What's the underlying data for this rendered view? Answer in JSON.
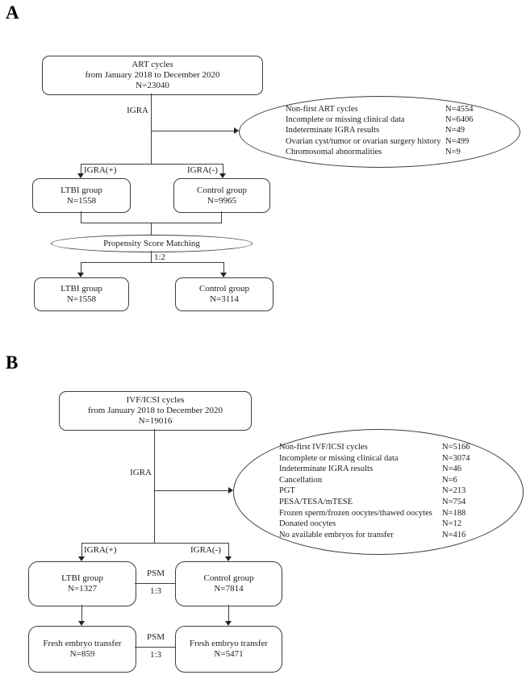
{
  "panelA": {
    "label": "A",
    "top_box": {
      "line1": "ART cycles",
      "line2": "from January 2018 to December 2020",
      "line3": "N=23040"
    },
    "igra_label": "IGRA",
    "exclusions": [
      {
        "label": "Non-first ART cycles",
        "value": "N=4554"
      },
      {
        "label": "Incomplete or missing clinical data",
        "value": "N=6406"
      },
      {
        "label": "Indeterminate IGRA results",
        "value": "N=49"
      },
      {
        "label": "Ovarian cyst/tumor or ovarian surgery history",
        "value": "N=499"
      },
      {
        "label": "Chromosomal abnormalities",
        "value": "N=9"
      }
    ],
    "branch_pos_label": "IGRA(+)",
    "branch_neg_label": "IGRA(-)",
    "ltbi_box": {
      "line1": "LTBI group",
      "line2": "N=1558"
    },
    "control_box": {
      "line1": "Control group",
      "line2": "N=9965"
    },
    "psm_ellipse_label": "Propensity Score Matching",
    "ratio": "1:2",
    "matched_ltbi_box": {
      "line1": "LTBI group",
      "line2": "N=1558"
    },
    "matched_control_box": {
      "line1": "Control group",
      "line2": "N=3114"
    }
  },
  "panelB": {
    "label": "B",
    "top_box": {
      "line1": "IVF/ICSI cycles",
      "line2": "from January 2018 to December 2020",
      "line3": "N=19016"
    },
    "igra_label": "IGRA",
    "exclusions": [
      {
        "label": "Non-first IVF/ICSI cycles",
        "value": "N=5166"
      },
      {
        "label": "Incomplete or missing clinical data",
        "value": "N=3074"
      },
      {
        "label": "Indeterminate IGRA results",
        "value": "N=46"
      },
      {
        "label": "Cancellation",
        "value": "N=6"
      },
      {
        "label": "PGT",
        "value": "N=213"
      },
      {
        "label": "PESA/TESA/mTESE",
        "value": "N=754"
      },
      {
        "label": "Frozen sperm/frozen oocytes/thawed oocytes",
        "value": "N=188"
      },
      {
        "label": "Donated oocytes",
        "value": "N=12"
      },
      {
        "label": "No available embryos for transfer",
        "value": "N=416"
      }
    ],
    "branch_pos_label": "IGRA(+)",
    "branch_neg_label": "IGRA(-)",
    "ltbi_box": {
      "line1": "LTBI group",
      "line2": "N=1327"
    },
    "control_box": {
      "line1": "Control group",
      "line2": "N=7814"
    },
    "psm_label_1": "PSM",
    "ratio_1": "1:3",
    "fresh_ltbi_box": {
      "line1": "Fresh embryo transfer",
      "line2": "N=859"
    },
    "fresh_control_box": {
      "line1": "Fresh embryo transfer",
      "line2": "N=5471"
    },
    "psm_label_2": "PSM",
    "ratio_2": "1:3"
  }
}
